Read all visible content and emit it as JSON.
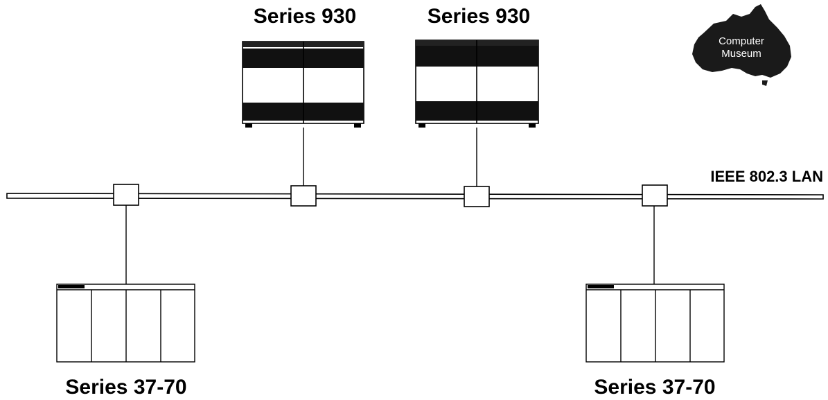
{
  "labels": {
    "server_left": "Series 930",
    "server_right": "Series 930",
    "lan": "IEEE 802.3 LAN",
    "client_left": "Series 37-70",
    "client_right": "Series 37-70"
  },
  "logo": {
    "line1": "Computer",
    "line2": "Museum",
    "icon": "australia-map-icon"
  },
  "colors": {
    "ink": "#000000",
    "background": "#ffffff"
  }
}
